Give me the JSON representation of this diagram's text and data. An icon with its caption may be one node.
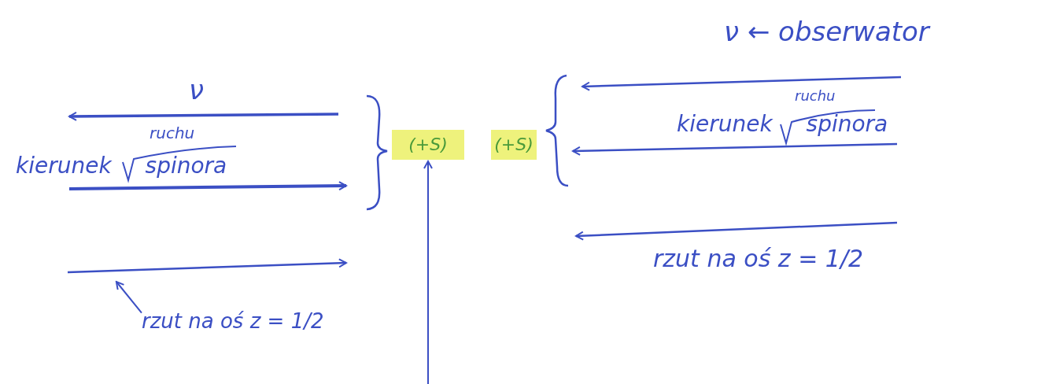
{
  "diagram": {
    "nodes": [
      {
        "text": [
          "(+S)"
        ]
      },
      {
        "text": [
          "(+S)"
        ]
      },
      {
        "text": [
          "rzut na oś z = 1/2"
        ]
      },
      {
        "text": [],
        "shape": "arrow"
      }
    ],
    "edges": [
      {
        "from": 2,
        "to": 3,
        "arrow": "to"
      },
      {
        "from": null,
        "to": 0,
        "arrow": "to"
      }
    ],
    "labels": [
      "ν",
      "ruchu",
      "kierunek spinora",
      "ν ← obserwator",
      "ruchu",
      "kierunek spinora",
      "rzut na oś z = 1/2"
    ]
  }
}
